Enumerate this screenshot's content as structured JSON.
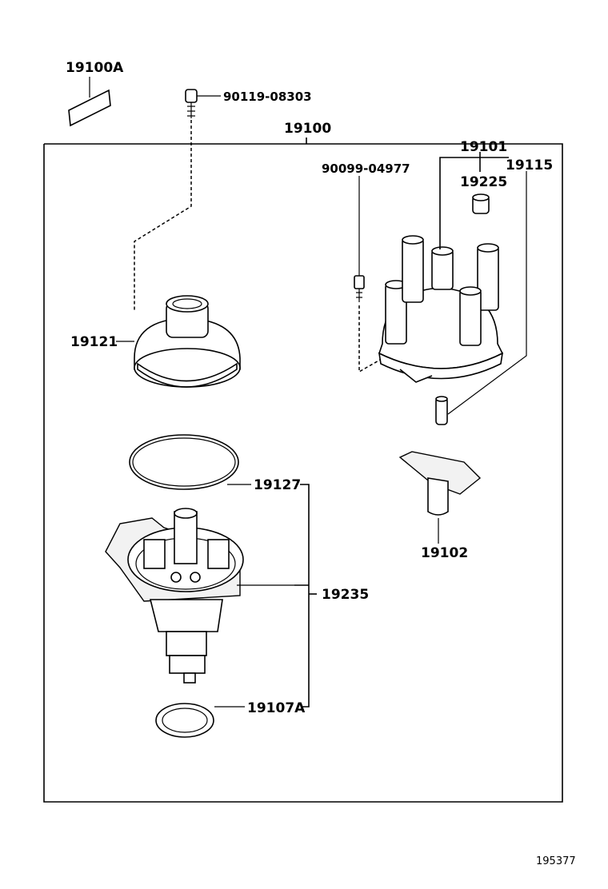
{
  "labels": {
    "kit": "19100A",
    "bolt_top": "90119-08303",
    "assembly": "19100",
    "screw": "90099-04977",
    "cap": "19101",
    "cap_sub": "19225",
    "carbon": "19115",
    "cover": "19121",
    "oring": "19127",
    "housing": "19235",
    "rotor": "19102",
    "gasket": "19107A"
  },
  "ref_number": "195377"
}
